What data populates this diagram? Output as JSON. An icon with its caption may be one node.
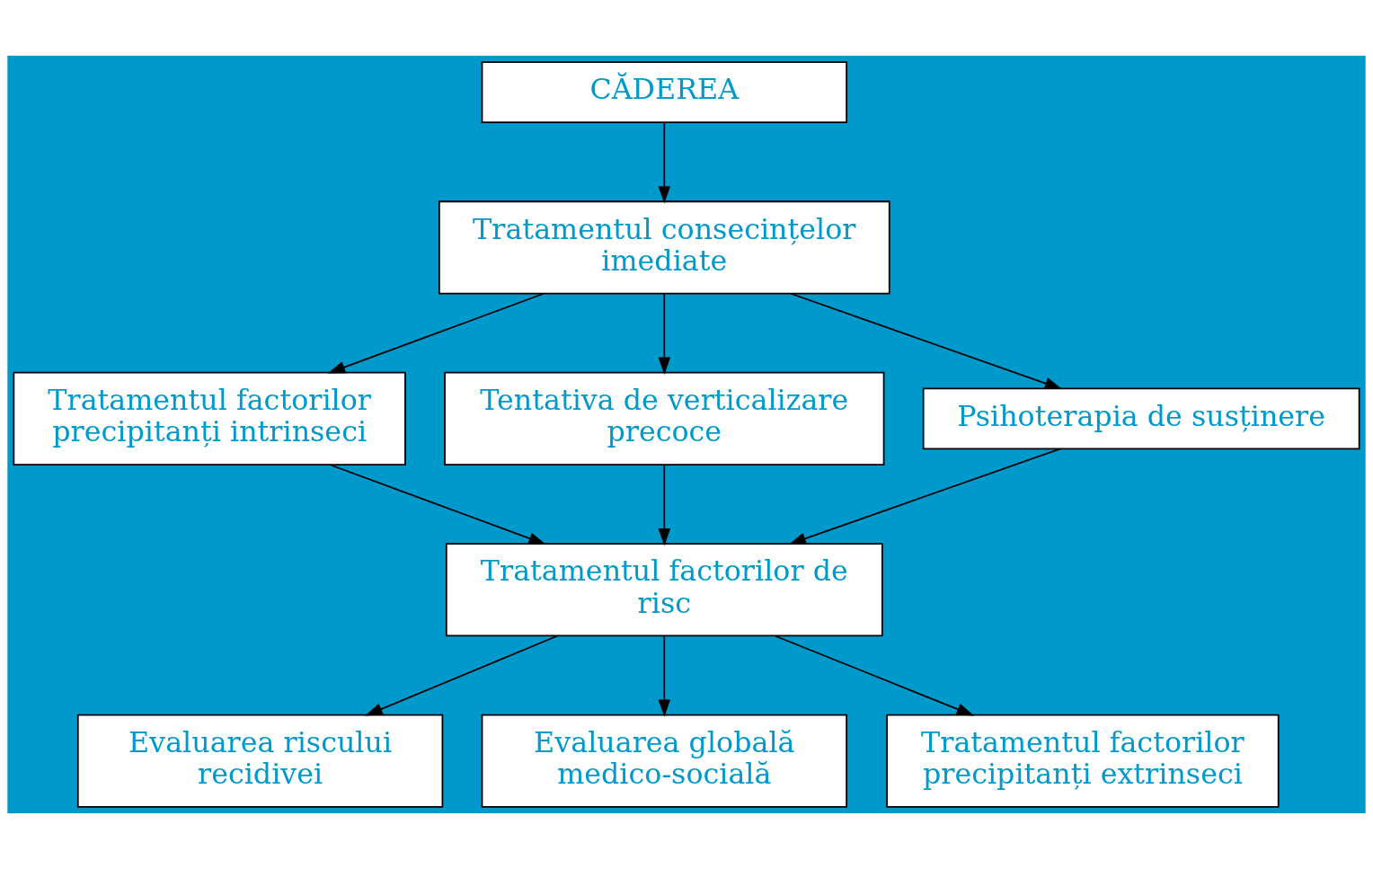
{
  "diagram": {
    "nodes": [
      {
        "text": [
          "CĂDEREA"
        ]
      },
      {
        "text": [
          "Tratamentul consecințelor imediate"
        ]
      },
      {
        "text": [
          "Tratamentul factorilor precipitanți intrinseci"
        ]
      },
      {
        "text": [
          "Tentativa de verticalizare precoce"
        ]
      },
      {
        "text": [
          "Psihoterapia de susținere"
        ]
      },
      {
        "text": [
          "Tratamentul factorilor de risc"
        ]
      },
      {
        "text": [
          "Evaluarea riscului recidivei"
        ]
      },
      {
        "text": [
          "Evaluarea globală medico-socială"
        ]
      },
      {
        "text": [
          "Tratamentul factorilor precipitanți extrinseci"
        ]
      }
    ],
    "edges": [
      {
        "from": 0,
        "to": 1,
        "arrow": "to"
      },
      {
        "from": 1,
        "to": 2,
        "arrow": "to"
      },
      {
        "from": 1,
        "to": 3,
        "arrow": "to"
      },
      {
        "from": 1,
        "to": 4,
        "arrow": "to"
      },
      {
        "from": 2,
        "to": 5,
        "arrow": "to"
      },
      {
        "from": 3,
        "to": 5,
        "arrow": "to"
      },
      {
        "from": 4,
        "to": 5,
        "arrow": "to"
      },
      {
        "from": 5,
        "to": 6,
        "arrow": "to"
      },
      {
        "from": 5,
        "to": 8,
        "arrow": "to"
      },
      {
        "from": 5,
        "to": 7,
        "arrow": "to"
      }
    ]
  }
}
